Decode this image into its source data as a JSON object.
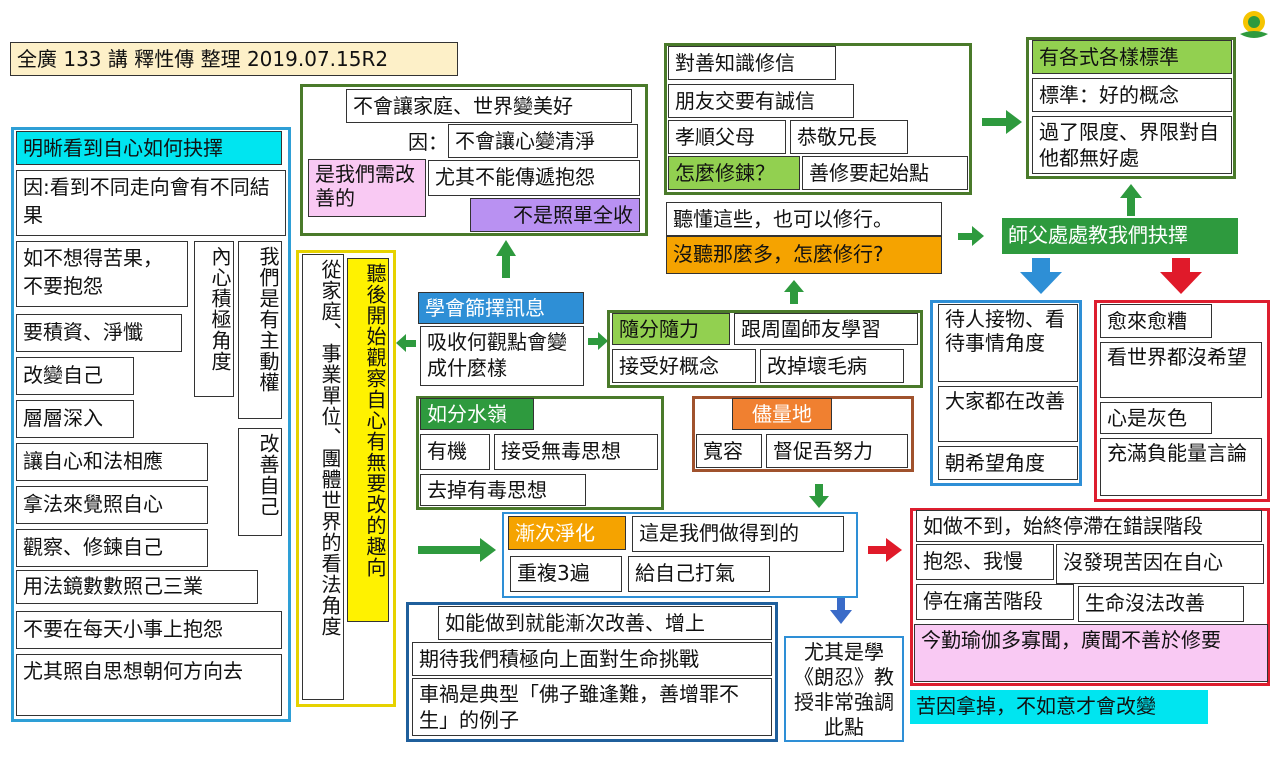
{
  "title": "全廣 133 講  釋性傳 整理  2019.07.15R2",
  "colors": {
    "green": "#2e9a3e",
    "red": "#e01a2a",
    "blue": "#2e8fd6",
    "yellow": "#fff200",
    "lightgreen": "#92d050",
    "pink": "#f9c9f3",
    "orange": "#f5a300",
    "lavender": "#b991f2",
    "cyan": "#00e5f0"
  },
  "left": {
    "header": "明晰看到自心如何抉擇",
    "cause": "因:看到不同走向會有不同結果",
    "items": [
      "如不想得苦果，不要抱怨",
      "要積資、淨懺",
      "改變自己",
      "層層深入",
      "讓自心和法相應",
      "拿法來覺照自心",
      "觀察、修鍊自己",
      "用法鏡數數照己三業",
      "不要在每天小事上抱怨",
      "尤其照自思想朝何方向去"
    ],
    "v1": "內心積極角度",
    "v2": "我們是有主動權",
    "v3": "改善自己"
  },
  "observe": {
    "outer": "從家庭、事業單位、團體世界的看法角度",
    "inner": "聽後開始觀察自心有無要改的趣向"
  },
  "top_mid": {
    "a": "不會讓家庭、世界變美好",
    "b_label": "因：",
    "b": "不會讓心變清淨",
    "need": "是我們需改善的",
    "c": "尤其不能傳遞抱怨",
    "d": "不是照單全收"
  },
  "learn": {
    "header": "學會篩擇訊息",
    "body": "吸收何觀點會變成什麼樣"
  },
  "suifen": {
    "header": "隨分隨力",
    "a": "跟周圍師友學習",
    "b": "接受好概念",
    "c": "改掉壞毛病"
  },
  "water": {
    "header": "如分水嶺",
    "a": "有機",
    "b": "接受無毒思想",
    "c": "去掉有毒思想"
  },
  "jinliang": {
    "header": "儘量地",
    "a": "寬容",
    "b": "督促吾努力"
  },
  "jianci": {
    "header": "漸次淨化",
    "a": "這是我們做得到的",
    "b": "重複3遍",
    "c": "給自己打氣"
  },
  "improve": {
    "a": "如能做到就能漸次改善、增上",
    "b": "期待我們積極向上面對生命挑戰",
    "c": "車禍是典型「佛子雖逢難，善增罪不生」的例子"
  },
  "langren": "尤其是學《朗忍》教授非常強調此點",
  "faith": {
    "a": "對善知識修信",
    "b": "朋友交要有誠信",
    "c": "孝順父母",
    "d": "恭敬兄長",
    "e": "怎麼修鍊？",
    "f": "善修要起始點"
  },
  "listen": {
    "a": "聽懂這些，也可以修行。",
    "b": "沒聽那麼多，怎麼修行?"
  },
  "standard": {
    "header": "有各式各樣標準",
    "a": "標準：好的概念",
    "b": "過了限度、界限對自他都無好處"
  },
  "master": "師父處處教我們抉擇",
  "blue_right": {
    "a": "待人接物、看待事情角度",
    "b": "大家都在改善",
    "c": "朝希望角度"
  },
  "red_right": {
    "a": "愈來愈糟",
    "b": "看世界都沒希望",
    "c": "心是灰色",
    "d": "充滿負能量言論"
  },
  "bottom_red": {
    "a": "如做不到，始終停滯在錯誤階段",
    "b": "抱怨、我慢",
    "c": "沒發現苦因在自心",
    "d": "停在痛苦階段",
    "e": "生命沒法改善",
    "f": "今勤瑜伽多寡聞，廣聞不善於修要"
  },
  "bottom_cyan": "苦因拿掉，不如意才會改變",
  "icons": [
    "lotus-logo-icon",
    "arrow-icon"
  ]
}
